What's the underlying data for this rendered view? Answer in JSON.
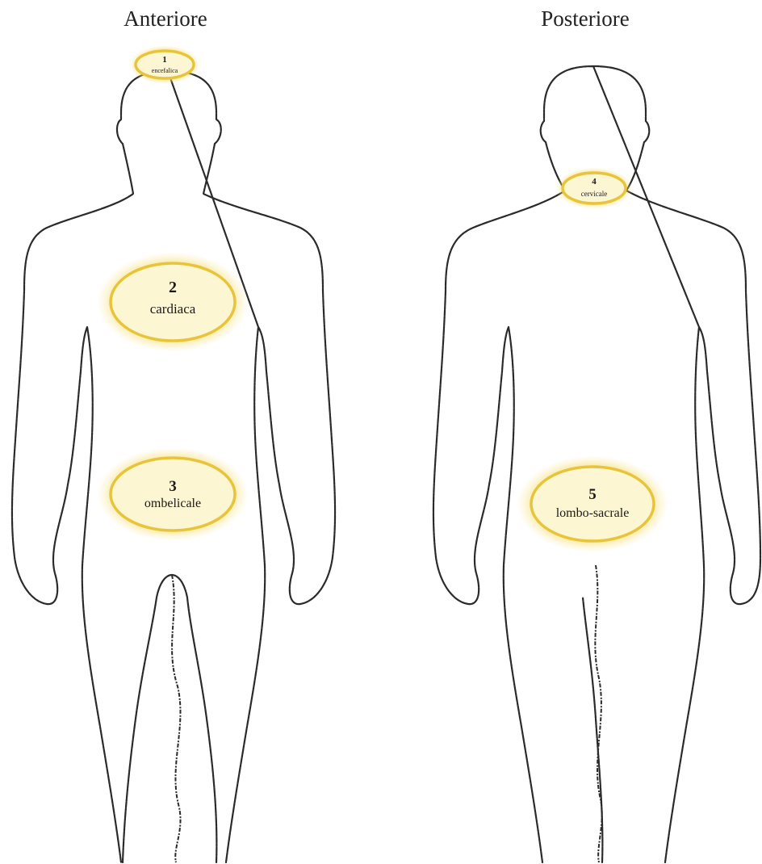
{
  "views": {
    "front_title": "Anteriore",
    "back_title": "Posteriore"
  },
  "zones": [
    {
      "number": "1",
      "label": "encefalica"
    },
    {
      "number": "2",
      "label": "cardiaca"
    },
    {
      "number": "3",
      "label": "ombelicale"
    },
    {
      "number": "4",
      "label": "cervicale"
    },
    {
      "number": "5",
      "label": "lombo-sacrale"
    }
  ],
  "colors": {
    "zone_fill": "#fdf6d2",
    "zone_ring": "#e8c43a",
    "zone_glow": "#f3d54e",
    "outline": "#2a2a2a"
  }
}
